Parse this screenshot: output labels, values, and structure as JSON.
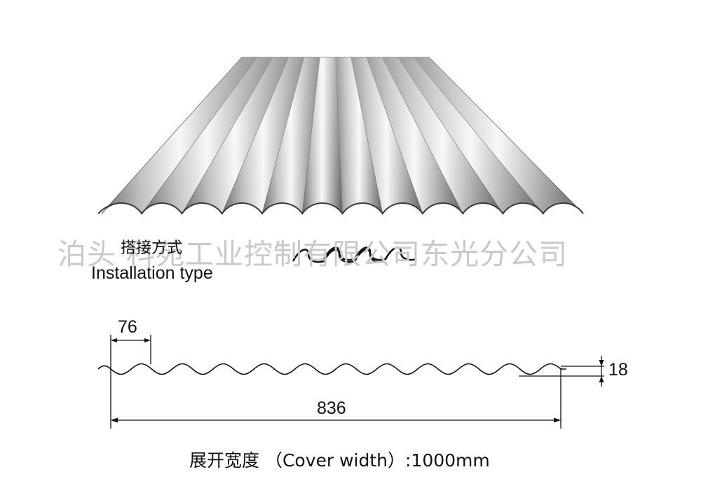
{
  "watermark": {
    "text": "泊头 科苑工业控制有限公司东光分公司"
  },
  "installation": {
    "label_cn": "搭接方式",
    "label_en": "Installation type"
  },
  "dimensions": {
    "pitch": "76",
    "cover_span": "836",
    "height": "18"
  },
  "cover_width": {
    "text": "展开宽度 （Cover width）:1000mm"
  },
  "colors": {
    "line": "#111111",
    "watermark": "#c9c9c9",
    "metal_light": "#f4f4f4",
    "metal_dark": "#5a5a5a"
  }
}
